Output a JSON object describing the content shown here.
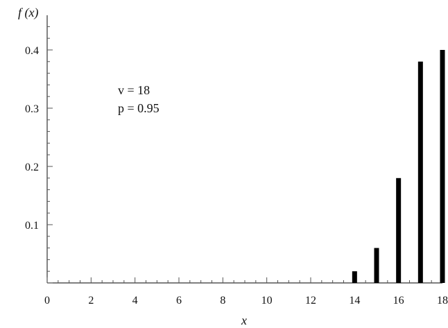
{
  "chart_data": {
    "type": "bar",
    "x": [
      14,
      15,
      16,
      17,
      18
    ],
    "values": [
      0.02,
      0.06,
      0.18,
      0.38,
      0.4
    ],
    "xlim": [
      0,
      18
    ],
    "ylim": [
      0,
      0.45
    ],
    "xticks": [
      "0",
      "2",
      "4",
      "6",
      "8",
      "10",
      "12",
      "14",
      "16",
      "18"
    ],
    "yticks": [
      "0.1",
      "0.2",
      "0.3",
      "0.4"
    ],
    "xlabel": "x",
    "ylabel": "f (x)",
    "annotations": [
      "v = 18",
      "p = 0.95"
    ],
    "grid": false
  }
}
